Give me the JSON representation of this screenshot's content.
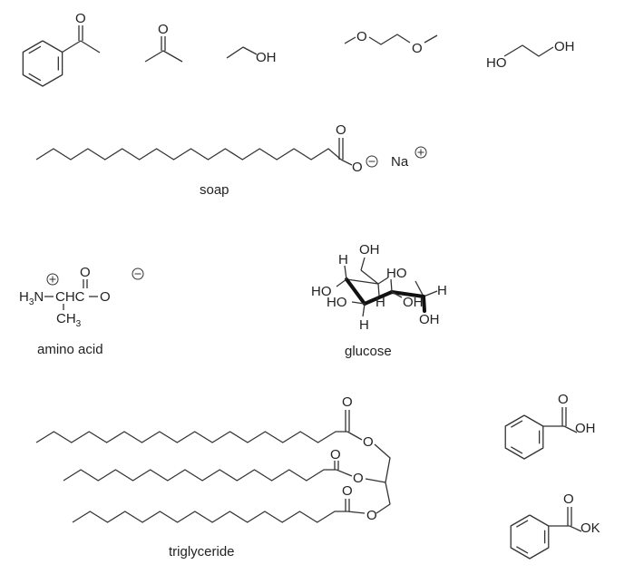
{
  "molecules": {
    "acetophenone": {
      "o": "O"
    },
    "acetone": {
      "o": "O"
    },
    "ethanol": {
      "oh": "OH"
    },
    "dimethoxyethane": {
      "o1": "O",
      "o2": "O"
    },
    "ethylene_glycol": {
      "ho": "HO",
      "oh": "OH"
    },
    "soap": {
      "o_carbonyl": "O",
      "o_anion": "O",
      "na": "Na",
      "label": "soap"
    },
    "amino_acid": {
      "h": "H",
      "h_sub": "3",
      "n": "N",
      "chc": "CHC",
      "o": "O",
      "o_top": "O",
      "ch": "CH",
      "ch_sub": "3",
      "label": "amino acid"
    },
    "glucose": {
      "h_top": "H",
      "oh_top": "OH",
      "ho_ring": "HO",
      "h_right": "H",
      "ho_left": "HO",
      "ho_left2": "HO",
      "h_mid": "H",
      "oh_mid": "OH",
      "h_bottom": "H",
      "oh_bottom": "OH",
      "label": "glucose"
    },
    "triglyceride": {
      "o1_carbonyl": "O",
      "o1_ester": "O",
      "o2_carbonyl": "O",
      "o2_ester": "O",
      "o3_carbonyl": "O",
      "o3_ester": "O",
      "label": "triglyceride"
    },
    "benzoic_acid": {
      "o": "O",
      "oh": "OH"
    },
    "potassium_benzoate": {
      "o": "O",
      "ok": "OK"
    }
  }
}
